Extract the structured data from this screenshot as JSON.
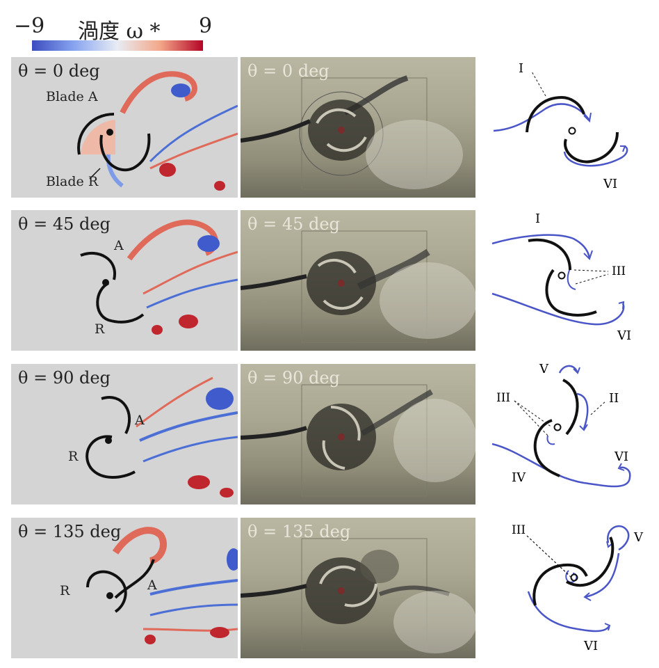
{
  "colorbar": {
    "min_label": "−9",
    "title": "渦度 ω *",
    "max_label": "9",
    "colors": [
      "#3b4cc0",
      "#e8ecf4",
      "#b40426"
    ]
  },
  "rows": [
    {
      "angle_label": "θ = 0 deg",
      "blade_a_label": "Blade A",
      "blade_r_label": "Blade R",
      "diagram_labels": {
        "upper_left": "I",
        "lower_right": "VI"
      }
    },
    {
      "angle_label": "θ = 45 deg",
      "blade_a_label": "A",
      "blade_r_label": "R",
      "diagram_labels": {
        "upper_left": "I",
        "center_right": "III",
        "lower_right": "VI"
      }
    },
    {
      "angle_label": "θ = 90 deg",
      "blade_a_label": "A",
      "blade_r_label": "R",
      "diagram_labels": {
        "top": "V",
        "right": "II",
        "left": "III",
        "lower_left": "IV",
        "lower_right": "VI"
      }
    },
    {
      "angle_label": "θ = 135 deg",
      "blade_a_label": "A",
      "blade_r_label": "R",
      "diagram_labels": {
        "upper_left": "III",
        "right": "V",
        "bottom": "VI"
      }
    }
  ]
}
